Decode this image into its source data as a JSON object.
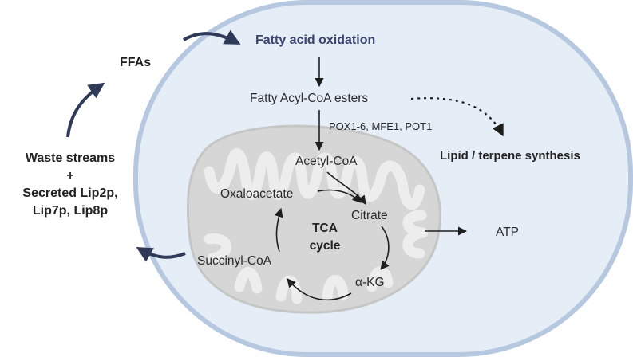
{
  "labels": {
    "fatty_acid_oxidation": "Fatty acid oxidation",
    "ffas": "FFAs",
    "fatty_acyl_coa_esters": "Fatty Acyl-CoA esters",
    "enzymes": "POX1-6, MFE1, POT1",
    "lipid_terpene": "Lipid / terpene synthesis",
    "acetyl_coa": "Acetyl-CoA",
    "oxaloacetate": "Oxaloacetate",
    "citrate": "Citrate",
    "tca_line1": "TCA",
    "tca_line2": "cycle",
    "atp": "ATP",
    "succinyl_coa": "Succinyl-CoA",
    "akg": "α-KG",
    "waste_line1": "Waste streams",
    "waste_line2": "+",
    "waste_line3": "Secreted Lip2p,",
    "waste_line4": "Lip7p, Lip8p"
  },
  "colors": {
    "cell_fill": "#e5edf7",
    "cell_stroke": "#b6c8e0",
    "mito_fill": "#d6d6d6",
    "cristae": "#eeeeee",
    "arrow": "#1e1e1e",
    "curved_arrow": "#2e3a58"
  }
}
